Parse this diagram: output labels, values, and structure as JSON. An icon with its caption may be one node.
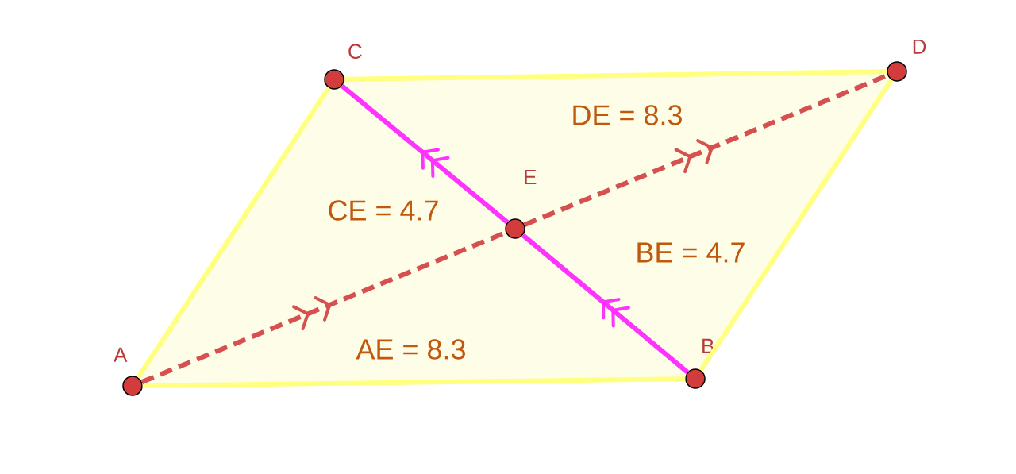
{
  "diagram": {
    "nodes": [
      {
        "text": [
          "A"
        ]
      },
      {
        "text": [
          "B"
        ]
      },
      {
        "text": [
          "C"
        ]
      },
      {
        "text": [
          "D"
        ]
      },
      {
        "text": [
          "E"
        ]
      }
    ],
    "edges": [
      {
        "from": 0,
        "to": 1,
        "arrow": "none"
      },
      {
        "from": 1,
        "to": 3,
        "arrow": "none"
      },
      {
        "from": 3,
        "to": 2,
        "arrow": "none"
      },
      {
        "from": 2,
        "to": 0,
        "arrow": "none"
      },
      {
        "from": 0,
        "to": 4,
        "arrow": "to",
        "label": "AE = 8.3",
        "style": "dashed",
        "color": "#d65050"
      },
      {
        "from": 4,
        "to": 3,
        "arrow": "to",
        "label": "DE = 8.3",
        "style": "dashed",
        "color": "#d65050"
      },
      {
        "from": 4,
        "to": 2,
        "arrow": "to",
        "label": "CE = 4.7",
        "color": "#ff33ff"
      },
      {
        "from": 1,
        "to": 4,
        "arrow": "to",
        "label": "BE = 4.7",
        "color": "#ff33ff"
      }
    ]
  }
}
